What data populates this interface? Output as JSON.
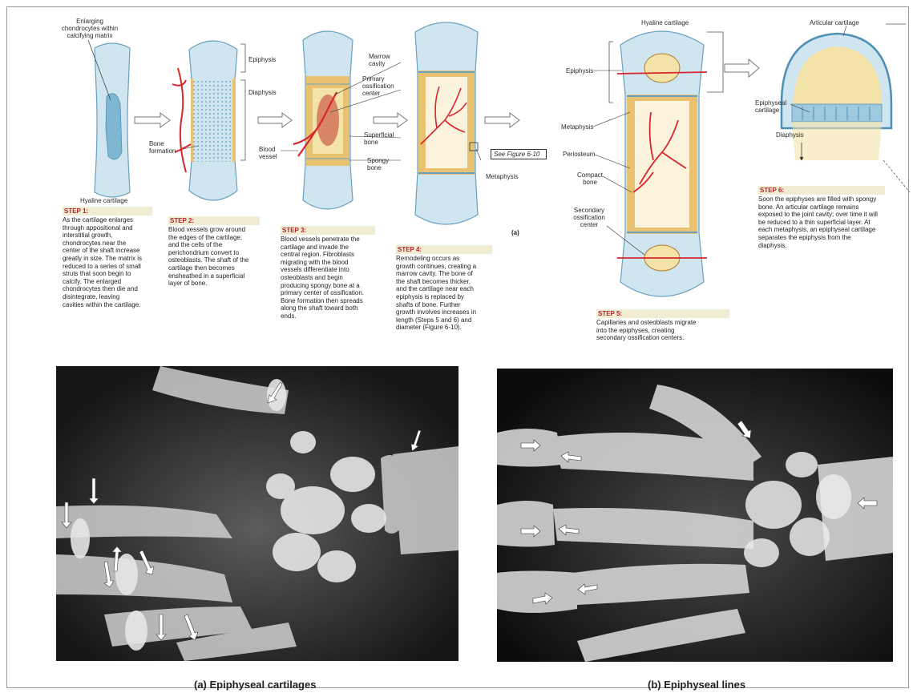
{
  "colors": {
    "cartilage": "#bcdcea",
    "cartilage_edge": "#4f8fb3",
    "bone": "#e8c270",
    "vessel": "#d8262f",
    "step_title": "#b3222b",
    "step_bg": "#f1ecd4"
  },
  "labels": {
    "enlarging": "Enlarging chondrocytes within calcifying matrix",
    "hyaline_cartilage_1": "Hyaline cartilage",
    "epiphysis": "Epiphysis",
    "diaphysis": "Diaphysis",
    "bone_formation": "Bone formation",
    "blood_vessel": "Blood vessel",
    "marrow_cavity": "Marrow cavity",
    "primary_ossification": "Primary ossification center",
    "superficial_bone": "Superficial bone",
    "spongy_bone": "Spongy bone",
    "see_figure": "See Figure 6-10",
    "metaphysis": "Metaphysis",
    "panel_a": "(a)",
    "hyaline_cartilage_2": "Hyaline cartilage",
    "epiphysis_2": "Epiphysis",
    "metaphysis_2": "Metaphysis",
    "periosteum": "Periosteum",
    "compact_bone": "Compact bone",
    "secondary_ossification": "Secondary ossification center",
    "articular_cartilage": "Articular cartilage",
    "epiphyseal_cartilage": "Epiphyseal cartilage",
    "diaphysis_2": "Diaphysis"
  },
  "steps": [
    {
      "title": "STEP 1:",
      "text": "As the cartilage enlarges through appositional and interstitial growth, chondrocytes near the center of the shaft increase greatly in size. The matrix is reduced to a series of small struts that soon begin to calcify. The enlarged chondrocytes then die and disintegrate, leaving cavities within the cartilage."
    },
    {
      "title": "STEP 2:",
      "text": "Blood vessels grow around the edges of the cartilage, and the cells of the perichondrium convert to osteoblasts. The shaft of the cartilage then becomes ensheathed in a superficial layer of bone."
    },
    {
      "title": "STEP 3:",
      "text": "Blood vessels penetrate the cartilage and invade the central region. Fibroblasts migrating with the blood vessels differentiate into osteoblasts and begin producing spongy bone at a primary center of ossification. Bone formation then spreads along the shaft toward both ends."
    },
    {
      "title": "STEP 4:",
      "text": "Remodeling occurs as growth continues, creating a marrow cavity. The bone of the shaft becomes thicker, and the cartilage near each epiphysis is replaced by shafts of bone. Further growth involves increases in length (Steps 5 and 6) and diameter (Figure 6-10)."
    },
    {
      "title": "STEP 5:",
      "text": "Capillaries and osteoblasts migrate into the epiphyses, creating secondary ossification centers."
    },
    {
      "title": "STEP 6:",
      "text": "Soon the epiphyses are filled with spongy bone. An articular cartilage remains exposed to the joint cavity; over time it will be reduced to a thin superficial layer. At each metaphysis, an epiphyseal cartilage separates the epiphysis from the diaphysis."
    }
  ],
  "captions": {
    "a": "(a) Epiphyseal cartilages",
    "b": "(b) Epiphyseal lines"
  }
}
